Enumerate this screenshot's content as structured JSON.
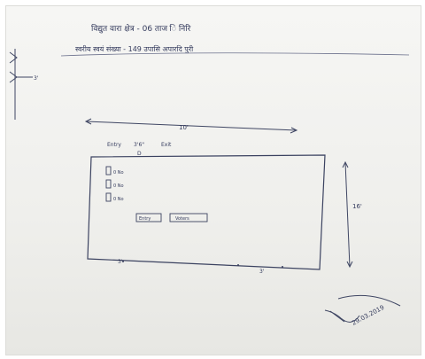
{
  "header": {
    "line1": "विद्युत वारा क्षेत्र - 06 ताज ि निरि",
    "line2": "स्वरीय स्वयं संख्या - 149 उपासि अपारदि पुरी"
  },
  "plan": {
    "top_dimension": "10'",
    "right_dimension": "16'",
    "left_dimension": "3'",
    "entry_label": "Entry",
    "width_note": "3'6\"",
    "exit_label": "Exit",
    "door_mark": "D",
    "rooms": [
      {
        "label": "0 No"
      },
      {
        "label": "0 No"
      },
      {
        "label": "0 No"
      }
    ],
    "boxes": [
      "Entry",
      "Voters"
    ],
    "bottom_left_note": "3'",
    "bottom_right_note": "3'"
  },
  "signature": {
    "date": "29.03.2019"
  }
}
